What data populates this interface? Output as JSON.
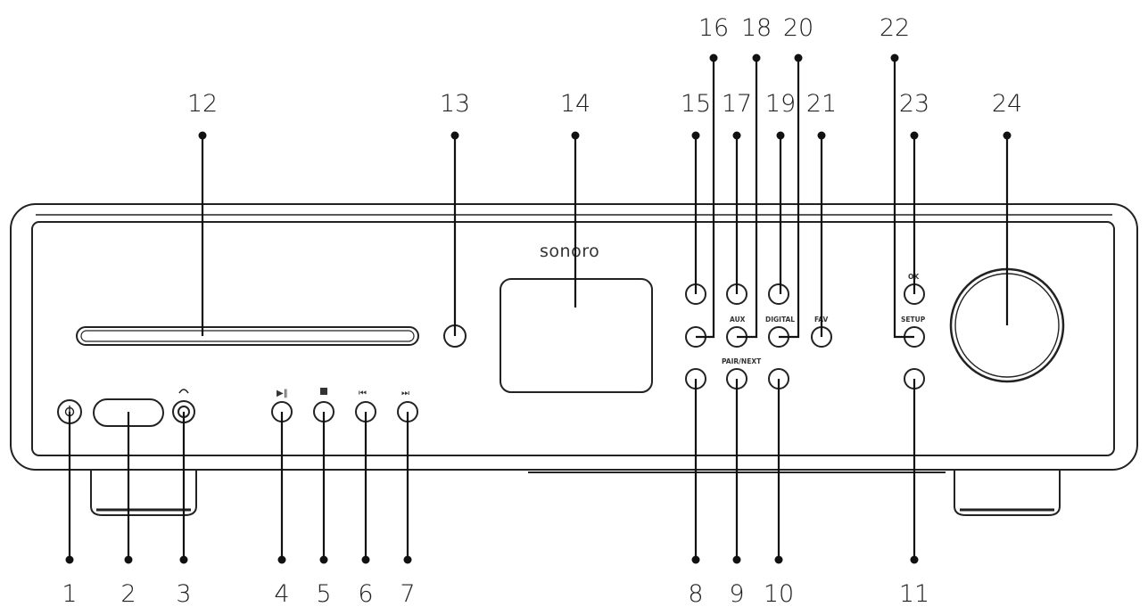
{
  "device": {
    "brand": "sonoro",
    "buttons": {
      "b8": "",
      "b9": "PAIR/NEXT",
      "b10": "",
      "b11": "",
      "b15": "",
      "b16": "",
      "b17": "",
      "b18": "AUX",
      "b19": "",
      "b20": "DIGITAL",
      "b21": "FAV",
      "b22": "SETUP",
      "b23": "OK"
    }
  },
  "callouts": [
    {
      "id": "1",
      "label": "1"
    },
    {
      "id": "2",
      "label": "2"
    },
    {
      "id": "3",
      "label": "3"
    },
    {
      "id": "4",
      "label": "4"
    },
    {
      "id": "5",
      "label": "5"
    },
    {
      "id": "6",
      "label": "6"
    },
    {
      "id": "7",
      "label": "7"
    },
    {
      "id": "8",
      "label": "8"
    },
    {
      "id": "9",
      "label": "9"
    },
    {
      "id": "10",
      "label": "10"
    },
    {
      "id": "11",
      "label": "11"
    },
    {
      "id": "12",
      "label": "12"
    },
    {
      "id": "13",
      "label": "13"
    },
    {
      "id": "14",
      "label": "14"
    },
    {
      "id": "15",
      "label": "15"
    },
    {
      "id": "16",
      "label": "16"
    },
    {
      "id": "17",
      "label": "17"
    },
    {
      "id": "18",
      "label": "18"
    },
    {
      "id": "19",
      "label": "19"
    },
    {
      "id": "20",
      "label": "20"
    },
    {
      "id": "21",
      "label": "21"
    },
    {
      "id": "22",
      "label": "22"
    },
    {
      "id": "23",
      "label": "23"
    },
    {
      "id": "24",
      "label": "24"
    }
  ]
}
